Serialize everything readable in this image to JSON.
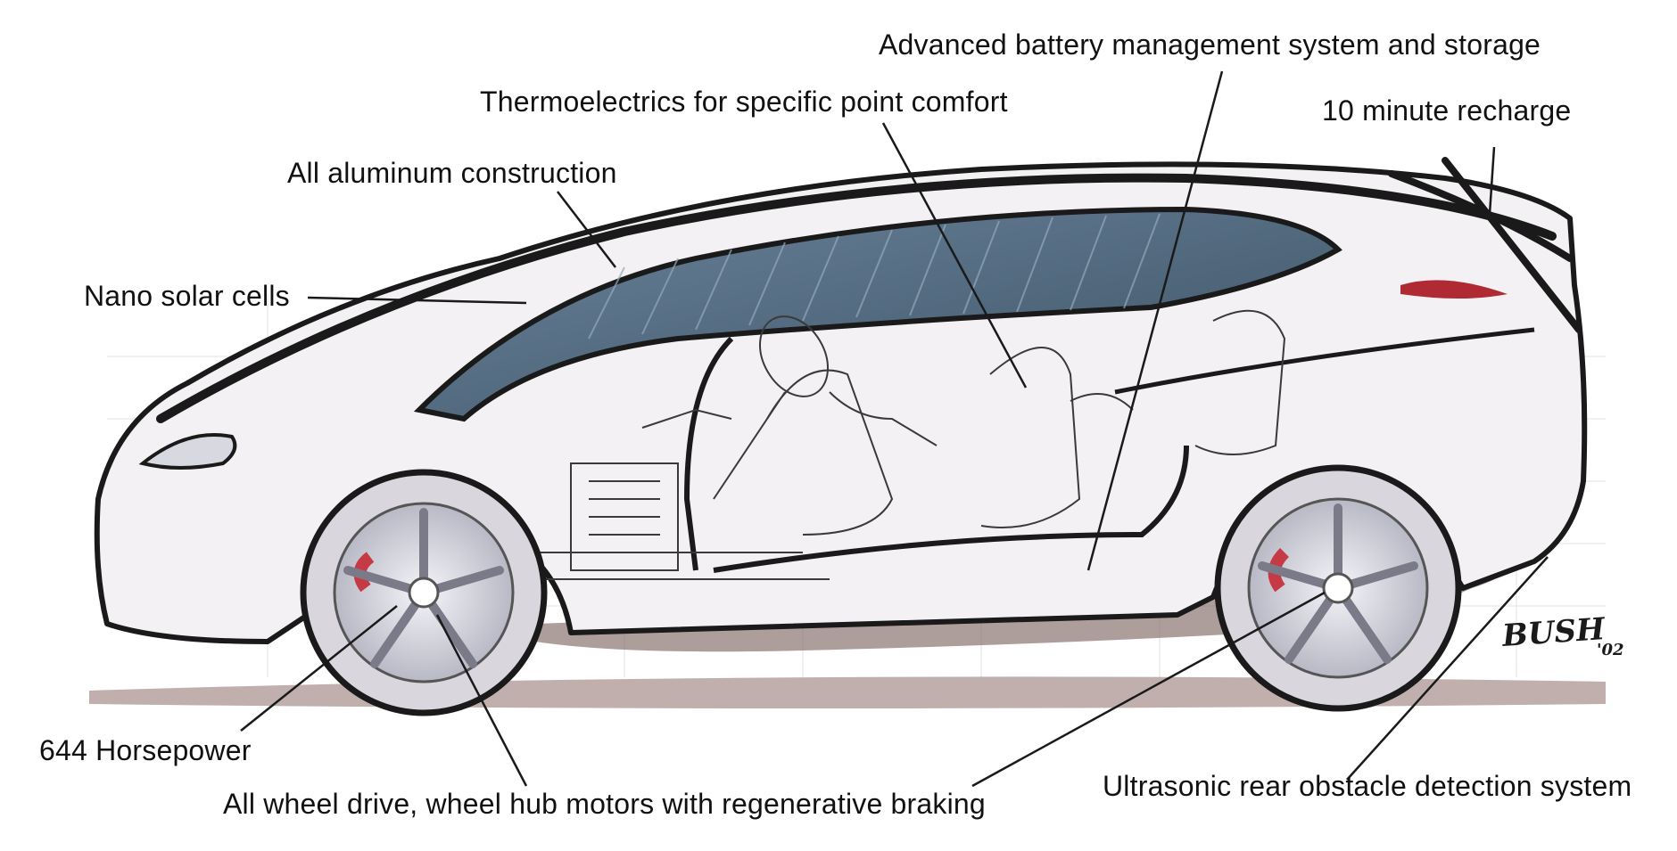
{
  "callouts": {
    "battery": "Advanced battery management system and storage",
    "thermo": "Thermoelectrics for specific point comfort",
    "recharge": "10 minute recharge",
    "aluminum": "All aluminum construction",
    "solar": "Nano solar cells",
    "horsepower": "644 Horsepower",
    "wheel_drive": "All wheel drive, wheel hub motors with regenerative braking",
    "ultrasonic": "Ultrasonic rear obstacle detection system"
  },
  "signature": "BUSH",
  "signature_year": "'02",
  "colors": {
    "body_shadow": "#6b4f48",
    "glass": "#4f6a80",
    "ink": "#1a1a1a",
    "tail_light": "#b02a33"
  }
}
